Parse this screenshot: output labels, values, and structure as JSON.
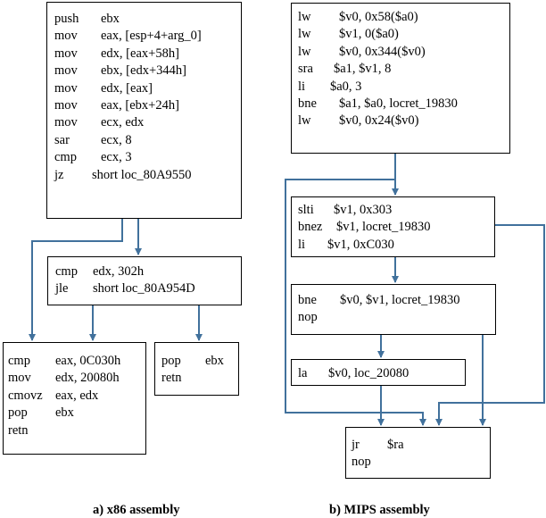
{
  "x86": {
    "block1": [
      [
        "push",
        "ebx"
      ],
      [
        "mov",
        "eax, [esp+4+arg_0]"
      ],
      [
        "mov",
        "edx, [eax+58h]"
      ],
      [
        "mov",
        "ebx, [edx+344h]"
      ],
      [
        "mov",
        "edx, [eax]"
      ],
      [
        "mov",
        "eax, [ebx+24h]"
      ],
      [
        "mov",
        "ecx, edx"
      ],
      [
        "sar",
        "ecx, 8"
      ],
      [
        "cmp",
        "ecx, 3"
      ],
      [
        "jz",
        "short loc_80A9550"
      ]
    ],
    "block2": [
      [
        "cmp",
        "edx, 302h"
      ],
      [
        "jle",
        "short loc_80A954D"
      ]
    ],
    "block3": [
      [
        "cmp",
        "eax, 0C030h"
      ],
      [
        "mov",
        "edx, 20080h"
      ],
      [
        "cmovz",
        "eax, edx"
      ],
      [
        "pop",
        "ebx"
      ],
      [
        "retn",
        ""
      ]
    ],
    "block4": [
      [
        "pop",
        "ebx"
      ],
      [
        "retn",
        ""
      ]
    ]
  },
  "mips": {
    "block1": [
      [
        "lw",
        "$v0, 0x58($a0)"
      ],
      [
        "lw",
        "$v1, 0($a0)"
      ],
      [
        "lw",
        "$v0, 0x344($v0)"
      ],
      [
        "sra",
        "$a1, $v1, 8"
      ],
      [
        "li",
        "$a0, 3"
      ],
      [
        "bne",
        "$a1, $a0, locret_19830"
      ],
      [
        "lw",
        "$v0, 0x24($v0)"
      ]
    ],
    "block2": [
      [
        "slti",
        "$v1, 0x303"
      ],
      [
        "bnez",
        "$v1, locret_19830"
      ],
      [
        "li",
        "$v1, 0xC030"
      ]
    ],
    "block3": [
      [
        "bne",
        "$v0, $v1, locret_19830"
      ],
      [
        "nop",
        ""
      ]
    ],
    "block4": [
      [
        "la",
        "$v0, loc_20080"
      ]
    ],
    "block5": [
      [
        "jr",
        "$ra"
      ],
      [
        "nop",
        ""
      ]
    ]
  },
  "captions": {
    "x86": "a)  x86 assembly",
    "mips": "b) MIPS assembly"
  },
  "colors": {
    "arrow": "#41719c"
  }
}
